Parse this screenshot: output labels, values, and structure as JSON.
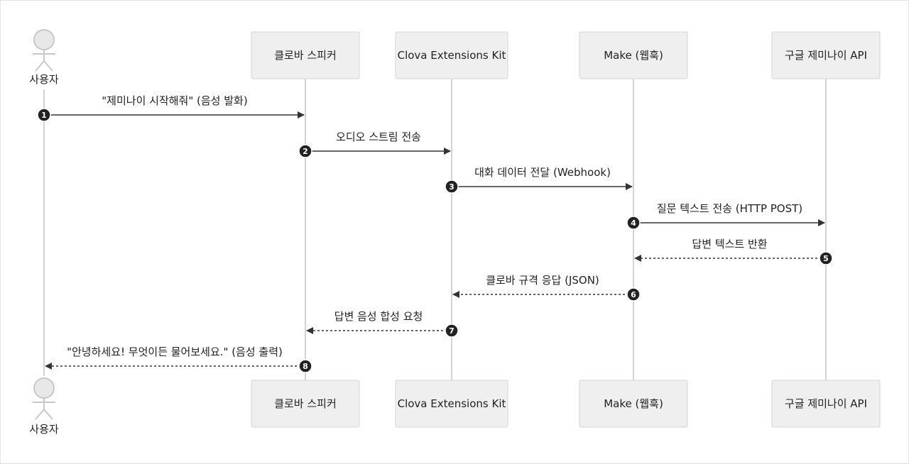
{
  "participants": [
    {
      "id": "user",
      "label": "사용자",
      "kind": "actor"
    },
    {
      "id": "speaker",
      "label": "클로바 스피커",
      "kind": "box"
    },
    {
      "id": "cek",
      "label": "Clova Extensions Kit",
      "kind": "box"
    },
    {
      "id": "make",
      "label": "Make (웹훅)",
      "kind": "box"
    },
    {
      "id": "gemini",
      "label": "구글 제미나이 API",
      "kind": "box"
    }
  ],
  "messages": [
    {
      "num": "1",
      "from": "user",
      "to": "speaker",
      "label": "\"제미나이 시작해줘\" (음성 발화)",
      "style": "solid"
    },
    {
      "num": "2",
      "from": "speaker",
      "to": "cek",
      "label": "오디오 스트림 전송",
      "style": "solid"
    },
    {
      "num": "3",
      "from": "cek",
      "to": "make",
      "label": "대화 데이터 전달 (Webhook)",
      "style": "solid"
    },
    {
      "num": "4",
      "from": "make",
      "to": "gemini",
      "label": "질문 텍스트 전송 (HTTP POST)",
      "style": "solid"
    },
    {
      "num": "5",
      "from": "gemini",
      "to": "make",
      "label": "답변 텍스트 반환",
      "style": "dashed"
    },
    {
      "num": "6",
      "from": "make",
      "to": "cek",
      "label": "클로바 규격 응답 (JSON)",
      "style": "dashed"
    },
    {
      "num": "7",
      "from": "cek",
      "to": "speaker",
      "label": "답변 음성 합성 요청",
      "style": "dashed"
    },
    {
      "num": "8",
      "from": "speaker",
      "to": "user",
      "label": "\"안녕하세요! 무엇이든 물어보세요.\" (음성 출력)",
      "style": "dashed"
    }
  ],
  "colors": {
    "box_fill": "#efefef",
    "box_stroke": "#d6d6d6",
    "lifeline": "#d3d3d3",
    "arrow": "#333333",
    "badge": "#222222",
    "actor_fill": "#e8e8e8",
    "actor_stroke": "#c8c8c8"
  }
}
